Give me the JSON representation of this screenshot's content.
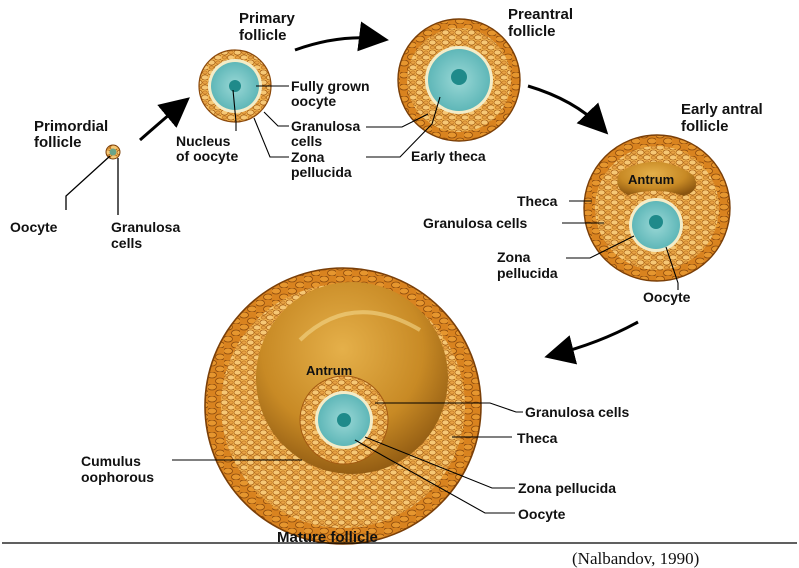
{
  "diagram": {
    "stages": {
      "primordial": {
        "title": [
          "Primordial",
          "follicle"
        ],
        "labels": {
          "oocyte": "Oocyte",
          "granulosa": [
            "Granulosa",
            "cells"
          ]
        }
      },
      "primary": {
        "title": [
          "Primary",
          "follicle"
        ],
        "labels": {
          "oocyte": [
            "Fully grown",
            "oocyte"
          ],
          "granulosa": [
            "Granulosa",
            "cells"
          ],
          "nucleus": [
            "Nucleus",
            "of oocyte"
          ],
          "zona": [
            "Zona",
            "pellucida"
          ]
        }
      },
      "preantral": {
        "title": [
          "Preantral",
          "follicle"
        ],
        "labels": {
          "theca": "Early theca"
        }
      },
      "early_antral": {
        "title": [
          "Early antral",
          "follicle"
        ],
        "labels": {
          "antrum": "Antrum",
          "theca": "Theca",
          "granulosa": "Granulosa cells",
          "zona": [
            "Zona",
            "pellucida"
          ],
          "oocyte": "Oocyte"
        }
      },
      "mature": {
        "title": "Mature follicle",
        "labels": {
          "antrum": "Antrum",
          "granulosa": "Granulosa cells",
          "theca": "Theca",
          "cumulus": [
            "Cumulus",
            "oophorous"
          ],
          "zona": "Zona pellucida",
          "oocyte": "Oocyte"
        }
      }
    },
    "caption": "(Nalbandov, 1990)",
    "colors": {
      "cell_fill": "#e8a13c",
      "cell_stroke": "#9a5410",
      "antrum": "#c2841f",
      "oocyte": "#7fc8c8",
      "nucleus": "#1f8a8a",
      "zona": "#f3ecc8",
      "arrow": "#000000",
      "leader": "#000000"
    }
  }
}
